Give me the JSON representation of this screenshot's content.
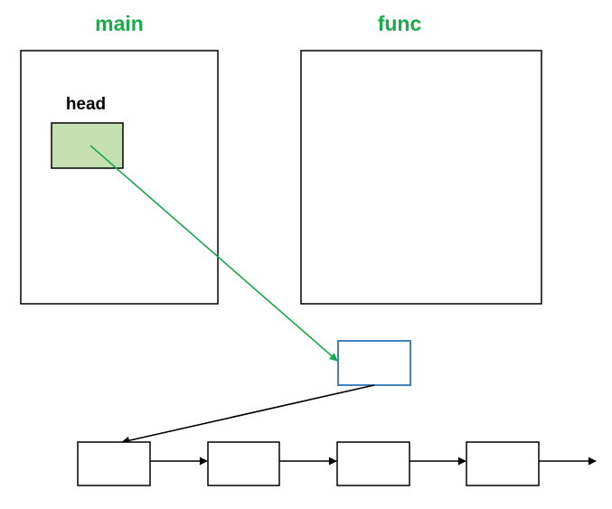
{
  "frames": {
    "main": {
      "title": "main"
    },
    "func": {
      "title": "func"
    }
  },
  "variables": {
    "head": {
      "label": "head"
    }
  },
  "colors": {
    "frame_title": "#1aaa4a",
    "pointer_arrow": "#17a84e",
    "head_fill": "#c6e0b4",
    "new_node_border": "#2e75b6",
    "stroke": "#000000"
  },
  "list": {
    "node_count": 4,
    "terminal_arrow": true
  }
}
